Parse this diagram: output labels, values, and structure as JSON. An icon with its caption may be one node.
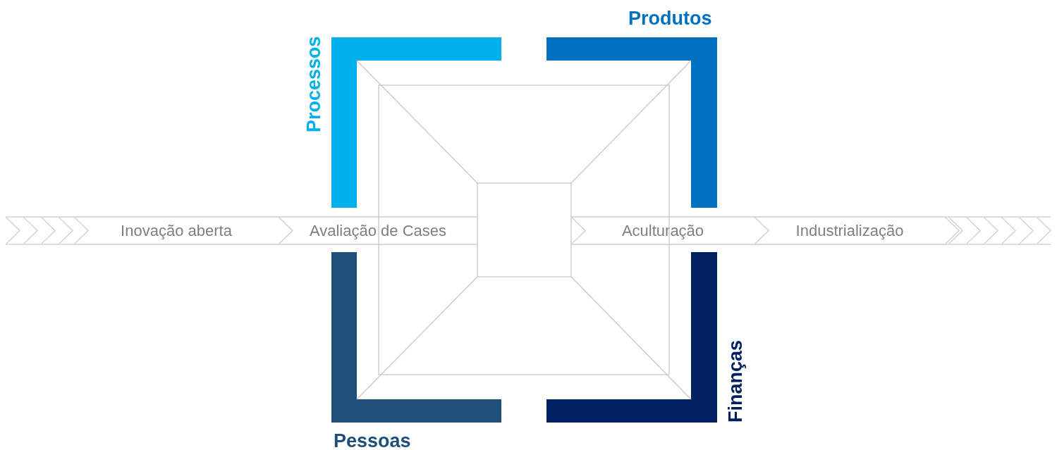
{
  "diagram": {
    "nodes": [
      {
        "text": [
          "Processos"
        ]
      },
      {
        "text": [
          "Produtos"
        ]
      },
      {
        "text": [
          "Pessoas"
        ]
      },
      {
        "text": [
          "Finanças"
        ]
      },
      {
        "text": [
          "Inovação aberta"
        ]
      },
      {
        "text": [
          "Avaliação de Cases"
        ]
      },
      {
        "text": [
          "Aculturação"
        ]
      },
      {
        "text": [
          "Industrialização"
        ]
      }
    ],
    "edges": []
  }
}
